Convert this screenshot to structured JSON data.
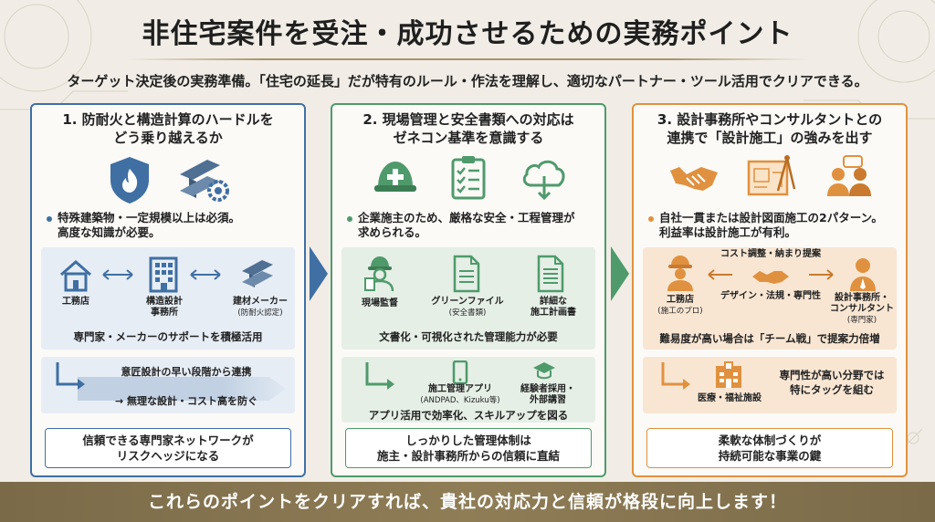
{
  "title": "非住宅案件を受注・成功させるための実務ポイント",
  "subtitle": "ターゲット決定後の実務準備。「住宅の延長」だが特有のルール・作法を理解し、適切なパートナー・ツール活用でクリアできる。",
  "colors": {
    "blue": "#3f6fa3",
    "green": "#4f9a6b",
    "orange": "#e0913f",
    "footer": "#84734f"
  },
  "columns": [
    {
      "head_line1": "1. 防耐火と構造計算のハードルを",
      "head_line2": "どう乗り越えるか",
      "icons": [
        "fire-shield-icon",
        "steel-beam-gear-icon"
      ],
      "bullet_line1": "特殊建築物・一定規模以上は必須。",
      "bullet_line2": "高度な知識が必要。",
      "nodes": [
        {
          "label": "工務店",
          "sub": ""
        },
        {
          "label": "構造設計",
          "sub": "事務所"
        },
        {
          "label": "建材メーカー",
          "sub": "(防耐火認定)"
        }
      ],
      "panel1_caption": "専門家・メーカーのサポートを積極活用",
      "flow_line1": "意匠設計の早い段階から連携",
      "flow_line2": "→ 無理な設計・コスト高を防ぐ",
      "bottom_line1": "信頼できる専門家ネットワークが",
      "bottom_line2": "リスクヘッジになる"
    },
    {
      "head_line1": "2. 現場管理と安全書類への対応は",
      "head_line2": "ゼネコン基準を意識する",
      "icons": [
        "helmet-icon",
        "checklist-icon",
        "cloud-download-icon"
      ],
      "bullet_line1": "企業施主のため、厳格な安全・工程管理が",
      "bullet_line2": "求められる。",
      "nodes": [
        {
          "label": "現場監督",
          "sub": ""
        },
        {
          "label": "グリーンファイル",
          "sub": "(安全書類)"
        },
        {
          "label": "詳細な",
          "sub": "施工計画書"
        }
      ],
      "panel1_caption": "文書化・可視化された管理能力が必要",
      "tools": [
        {
          "label": "施工管理アプリ",
          "sub": "(ANDPAD、Kizuku等)"
        },
        {
          "label": "経験者採用・",
          "sub": "外部講習"
        }
      ],
      "panel2_caption": "アプリ活用で効率化、スキルアップを図る",
      "bottom_line1": "しっかりした管理体制は",
      "bottom_line2": "施主・設計事務所からの信頼に直結"
    },
    {
      "head_line1": "3. 設計事務所やコンサルタントとの",
      "head_line2": "連携で「設計施工」の強みを出す",
      "icons": [
        "handshake-icon",
        "blueprint-icon",
        "consultation-icon"
      ],
      "bullet_line1": "自社一貫または設計図面施工の2パターン。",
      "bullet_line2": "利益率は設計施工が有利。",
      "left_node": {
        "label": "工務店",
        "sub": "(施工のプロ)"
      },
      "right_node": {
        "label": "設計事務所・",
        "label2": "コンサルタント",
        "sub": "(専門家)"
      },
      "top_link": "コスト調整・納まり提案",
      "bottom_link": "デザイン・法規・専門性",
      "panel1_caption": "難易度が高い場合は「チーム戦」で提案力倍増",
      "facility": "医療・福祉施設",
      "facility_note1": "専門性が高い分野では",
      "facility_note2": "特にタッグを組む",
      "bottom_line1": "柔軟な体制づくりが",
      "bottom_line2": "持続可能な事業の鍵"
    }
  ],
  "footer": "これらのポイントをクリアすれば、貴社の対応力と信頼が格段に向上します！"
}
